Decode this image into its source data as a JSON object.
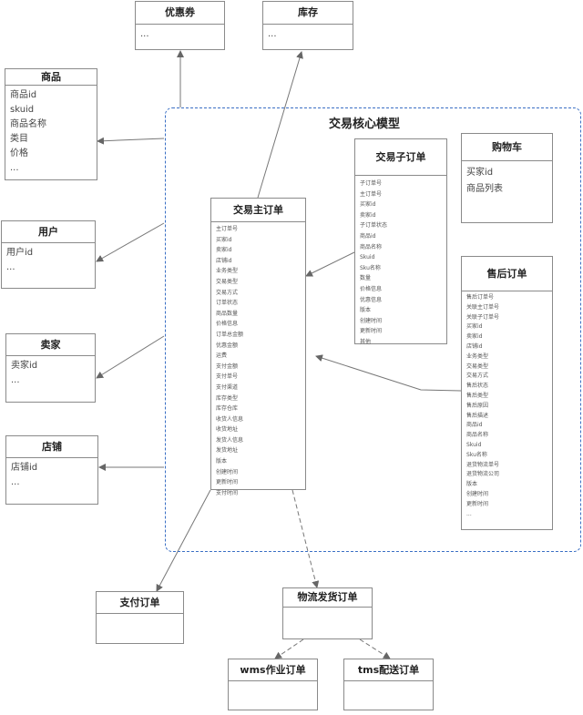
{
  "region_title": "交易核心模型",
  "boxes": {
    "coupon": {
      "title": "优惠券",
      "fields": [
        "..."
      ]
    },
    "inventory": {
      "title": "库存",
      "fields": [
        "..."
      ]
    },
    "product": {
      "title": "商品",
      "fields": [
        "商品id",
        "skuid",
        "商品名称",
        "类目",
        "价格",
        "..."
      ]
    },
    "user": {
      "title": "用户",
      "fields": [
        "用户id",
        "..."
      ]
    },
    "seller": {
      "title": "卖家",
      "fields": [
        "卖家id",
        "..."
      ]
    },
    "shop": {
      "title": "店铺",
      "fields": [
        "店铺id",
        "..."
      ]
    },
    "main_order": {
      "title": "交易主订单",
      "fields": [
        "主订单号",
        "买家id",
        "卖家id",
        "店铺id",
        "业务类型",
        "交易类型",
        "交易方式",
        "订单状态",
        "商品数量",
        "价格信息",
        "订单总金额",
        "优惠金额",
        "运费",
        "支付金额",
        "支付单号",
        "支付渠道",
        "库存类型",
        "库存仓库",
        "收货人信息",
        "收货地址",
        "发货人信息",
        "发货地址",
        "版本",
        "创建时间",
        "更新时间",
        "支付时间"
      ]
    },
    "sub_order": {
      "title": "交易子订单",
      "fields": [
        "子订单号",
        "主订单号",
        "买家id",
        "卖家id",
        "子订单状态",
        "商品id",
        "商品名称",
        "Skuid",
        "Sku名称",
        "数量",
        "价格信息",
        "优惠信息",
        "版本",
        "创建时间",
        "更新时间",
        "其他"
      ]
    },
    "cart": {
      "title": "购物车",
      "fields": [
        "买家id",
        "商品列表"
      ]
    },
    "after_sale": {
      "title": "售后订单",
      "fields": [
        "售后订单号",
        "关联主订单号",
        "关联子订单号",
        "买家id",
        "卖家id",
        "店铺id",
        "业务类型",
        "交易类型",
        "交易方式",
        "售后状态",
        "售后类型",
        "售后原因",
        "售后描述",
        "商品id",
        "商品名称",
        "Skuid",
        "Sku名称",
        "退货物流单号",
        "退货物流公司",
        "版本",
        "创建时间",
        "更新时间",
        "..."
      ]
    },
    "payment": {
      "title": "支付订单",
      "fields": []
    },
    "logistics": {
      "title": "物流发货订单",
      "fields": []
    },
    "wms": {
      "title": "wms作业订单",
      "fields": []
    },
    "tms": {
      "title": "tms配送订单",
      "fields": []
    }
  }
}
